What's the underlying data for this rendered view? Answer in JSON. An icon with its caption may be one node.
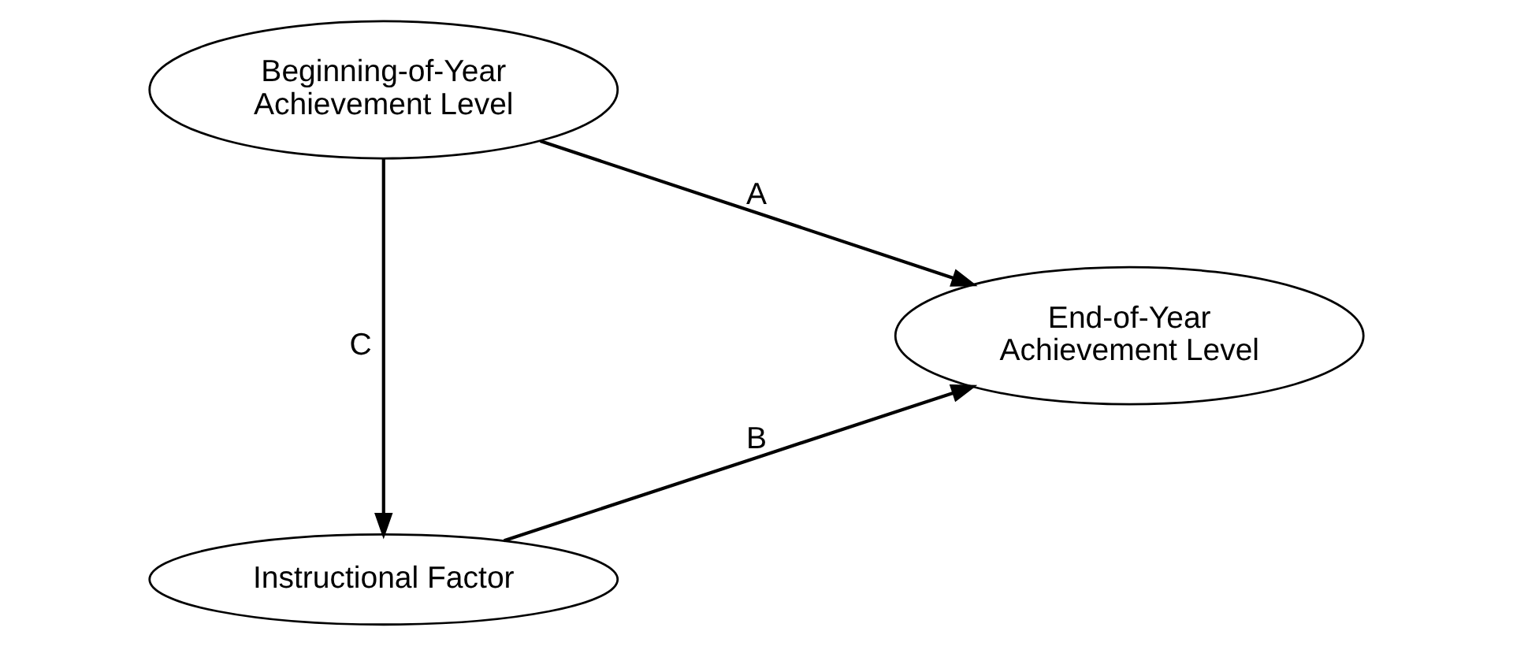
{
  "diagram": {
    "nodes": [
      {
        "text": [
          "Beginning-of-Year Achievement Level"
        ]
      },
      {
        "text": [
          "End-of-Year Achievement Level"
        ]
      },
      {
        "text": [
          "Instructional Factor"
        ]
      }
    ],
    "edges": [
      {
        "from": 0,
        "to": 1,
        "arrow": "to",
        "label": "A"
      },
      {
        "from": 0,
        "to": 2,
        "arrow": "to",
        "label": "C"
      },
      {
        "from": 2,
        "to": 1,
        "arrow": "to",
        "label": "B"
      }
    ]
  }
}
